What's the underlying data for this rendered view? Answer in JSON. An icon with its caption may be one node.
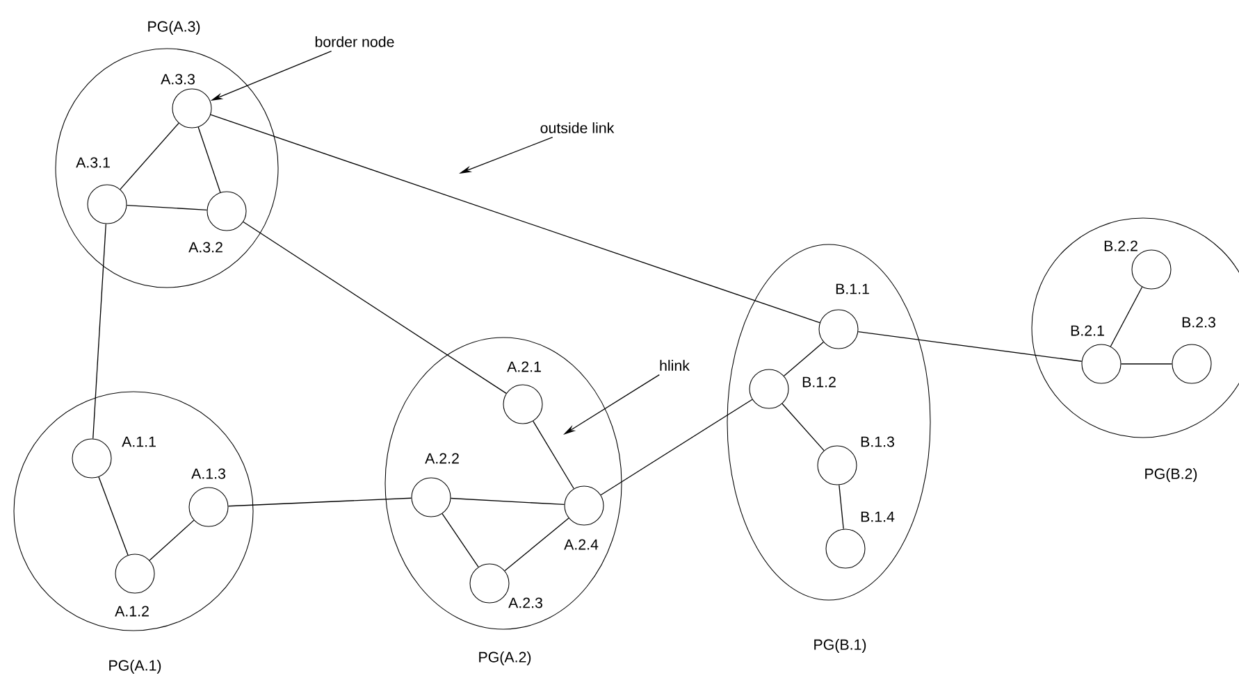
{
  "diagram": {
    "nodes": [
      {
        "text": [
          "PG(A.3)"
        ]
      },
      {
        "text": [
          "A.3.3"
        ],
        "in": 0
      },
      {
        "text": [
          "A.3.1"
        ],
        "in": 0
      },
      {
        "text": [
          "A.3.2"
        ],
        "in": 0
      },
      {
        "text": [
          "PG(A.1)"
        ]
      },
      {
        "text": [
          "A.1.1"
        ],
        "in": 4
      },
      {
        "text": [
          "A.1.2"
        ],
        "in": 4
      },
      {
        "text": [
          "A.1.3"
        ],
        "in": 4
      },
      {
        "text": [
          "PG(A.2)"
        ]
      },
      {
        "text": [
          "A.2.1"
        ],
        "in": 8
      },
      {
        "text": [
          "A.2.2"
        ],
        "in": 8
      },
      {
        "text": [
          "A.2.3"
        ],
        "in": 8
      },
      {
        "text": [
          "A.2.4"
        ],
        "in": 8
      },
      {
        "text": [
          "PG(B.1)"
        ]
      },
      {
        "text": [
          "B.1.1"
        ],
        "in": 13
      },
      {
        "text": [
          "B.1.2"
        ],
        "in": 13
      },
      {
        "text": [
          "B.1.3"
        ],
        "in": 13
      },
      {
        "text": [
          "B.1.4"
        ],
        "in": 13
      },
      {
        "text": [
          "PG(B.2)"
        ]
      },
      {
        "text": [
          "B.2.2"
        ],
        "in": 18
      },
      {
        "text": [
          "B.2.1"
        ],
        "in": 18
      },
      {
        "text": [
          "B.2.3"
        ],
        "in": 18
      },
      {
        "text": [
          "border node"
        ]
      },
      {
        "text": [
          "outside link"
        ]
      },
      {
        "text": [
          "hlink"
        ]
      }
    ],
    "edges": [
      {
        "from": 1,
        "to": 2,
        "arrow": "none"
      },
      {
        "from": 1,
        "to": 3,
        "arrow": "none"
      },
      {
        "from": 2,
        "to": 3,
        "arrow": "none"
      },
      {
        "from": 2,
        "to": 5,
        "arrow": "none"
      },
      {
        "from": 3,
        "to": 9,
        "arrow": "none"
      },
      {
        "from": 1,
        "to": 14,
        "arrow": "none"
      },
      {
        "from": 5,
        "to": 6,
        "arrow": "none"
      },
      {
        "from": 6,
        "to": 7,
        "arrow": "none"
      },
      {
        "from": 7,
        "to": 10,
        "arrow": "none"
      },
      {
        "from": 10,
        "to": 12,
        "arrow": "none"
      },
      {
        "from": 10,
        "to": 11,
        "arrow": "none"
      },
      {
        "from": 11,
        "to": 12,
        "arrow": "none"
      },
      {
        "from": 9,
        "to": 12,
        "arrow": "none"
      },
      {
        "from": 12,
        "to": 15,
        "arrow": "none"
      },
      {
        "from": 14,
        "to": 15,
        "arrow": "none"
      },
      {
        "from": 15,
        "to": 16,
        "arrow": "none"
      },
      {
        "from": 16,
        "to": 17,
        "arrow": "none"
      },
      {
        "from": 14,
        "to": 20,
        "arrow": "none"
      },
      {
        "from": 20,
        "to": 19,
        "arrow": "none"
      },
      {
        "from": 20,
        "to": 21,
        "arrow": "none"
      },
      {
        "from": 22,
        "to": 1,
        "arrow": "to"
      },
      {
        "from": 23,
        "to": null,
        "arrow": "to"
      },
      {
        "from": 24,
        "to": null,
        "arrow": "to"
      }
    ]
  }
}
